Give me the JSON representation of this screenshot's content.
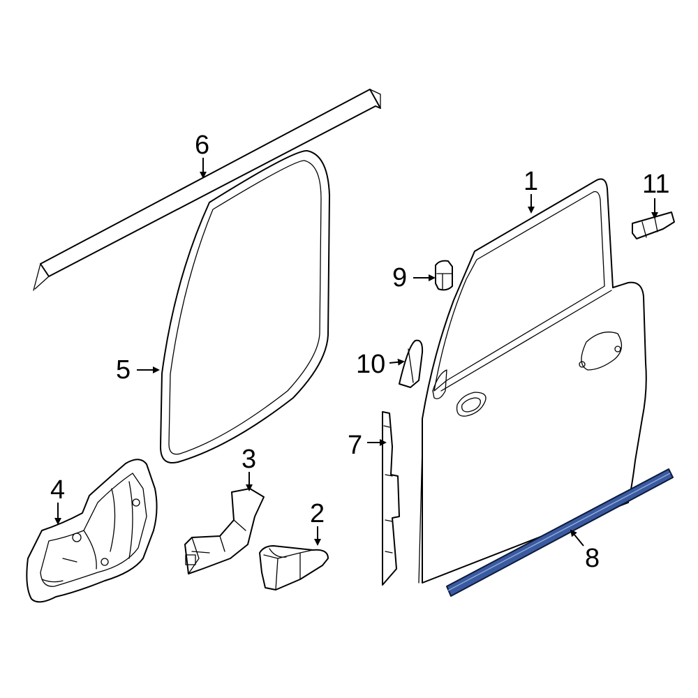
{
  "diagram": {
    "callouts": [
      {
        "id": "1",
        "label": "1"
      },
      {
        "id": "2",
        "label": "2"
      },
      {
        "id": "3",
        "label": "3"
      },
      {
        "id": "4",
        "label": "4"
      },
      {
        "id": "5",
        "label": "5"
      },
      {
        "id": "6",
        "label": "6"
      },
      {
        "id": "7",
        "label": "7"
      },
      {
        "id": "8",
        "label": "8"
      },
      {
        "id": "9",
        "label": "9"
      },
      {
        "id": "10",
        "label": "10"
      },
      {
        "id": "11",
        "label": "11"
      }
    ],
    "highlighted_part": "8",
    "colors": {
      "line": "#000000",
      "background": "#ffffff",
      "highlight": "#3a5aa0"
    }
  }
}
